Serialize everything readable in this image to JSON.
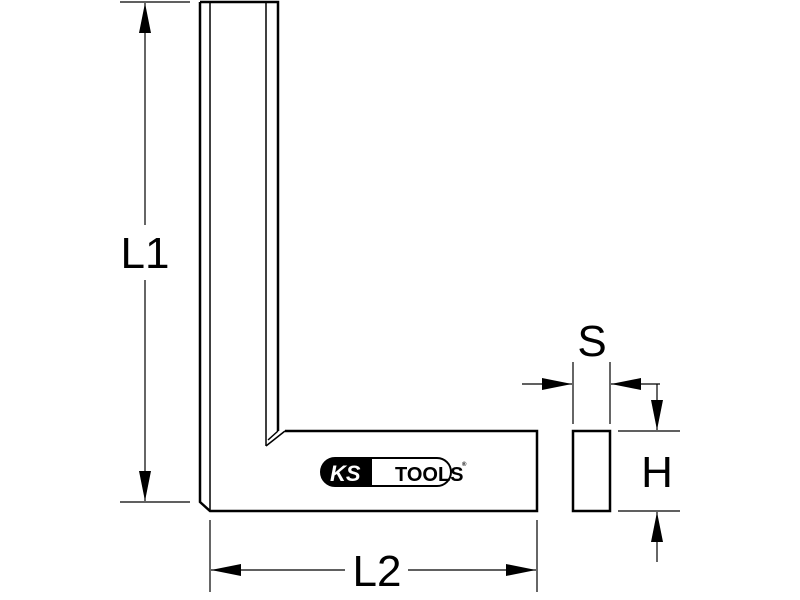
{
  "diagram": {
    "dimensions": {
      "l1": "L1",
      "l2": "L2",
      "s": "S",
      "h": "H"
    },
    "logo": {
      "mark": "KS",
      "name": "TOOLS",
      "registered": "®"
    },
    "colors": {
      "line": "#000000",
      "background": "#ffffff"
    }
  }
}
